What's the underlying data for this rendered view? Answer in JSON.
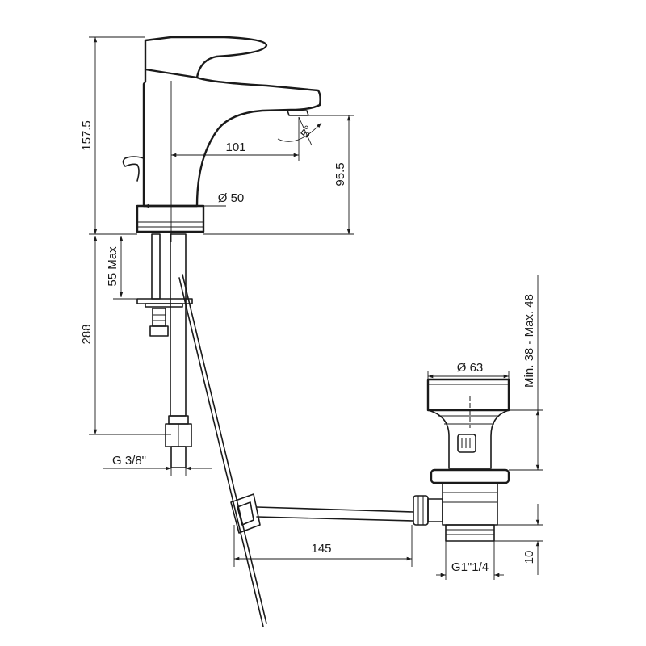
{
  "dimensions": {
    "faucet_height": "157.5",
    "spout_reach": "101",
    "spout_angle": "5°",
    "spout_height": "95.5",
    "base_diameter": "Ø 50",
    "deck_thickness_max": "55 Max",
    "hose_length": "288",
    "hose_thread": "G 3/8\"",
    "rod_length": "145",
    "drain_diameter": "Ø 63",
    "basin_thickness_range": "Min. 38 - Max. 48",
    "drain_thread": "G1\"1/4",
    "thread_length": "10"
  }
}
